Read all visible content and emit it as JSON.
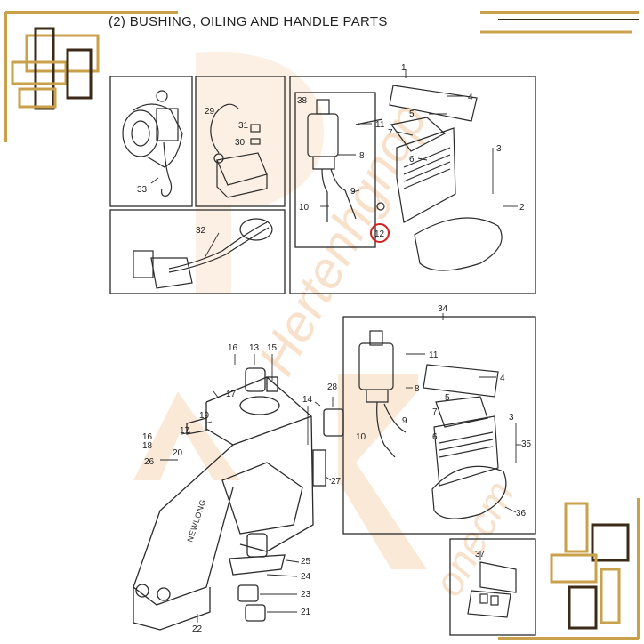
{
  "title": "(2) BUSHING, OILING AND HANDLE PARTS",
  "watermark": {
    "text_a": "Hertenhgnop",
    "text_b": "onecm"
  },
  "callouts": {
    "c1": "1",
    "c2": "2",
    "c3": "3",
    "c4": "4",
    "c5": "5",
    "c6": "6",
    "c7": "7",
    "c8": "8",
    "c9": "9",
    "c10": "10",
    "c11": "11",
    "c12": "12",
    "c13": "13",
    "c14": "14",
    "c15": "15",
    "c16": "16",
    "c17": "17",
    "c18": "18",
    "c19": "19",
    "c20": "20",
    "c21": "21",
    "c22": "22",
    "c23": "23",
    "c24": "24",
    "c25": "25",
    "c26": "26",
    "c27": "27",
    "c28": "28",
    "c29": "29",
    "c30": "30",
    "c31": "31",
    "c32": "32",
    "c33": "33",
    "c34": "34",
    "c35": "35",
    "c36": "36",
    "c37": "37",
    "c38": "38"
  },
  "colors": {
    "line": "#2b2b2b",
    "highlight": "#d21f1f",
    "watermark": "#f3c9a0",
    "frame_gold": "#c9a14a",
    "frame_dark": "#3a2a16"
  },
  "icons": [
    "corner-frame-top-left",
    "corner-frame-top-right",
    "corner-frame-bottom-right"
  ]
}
